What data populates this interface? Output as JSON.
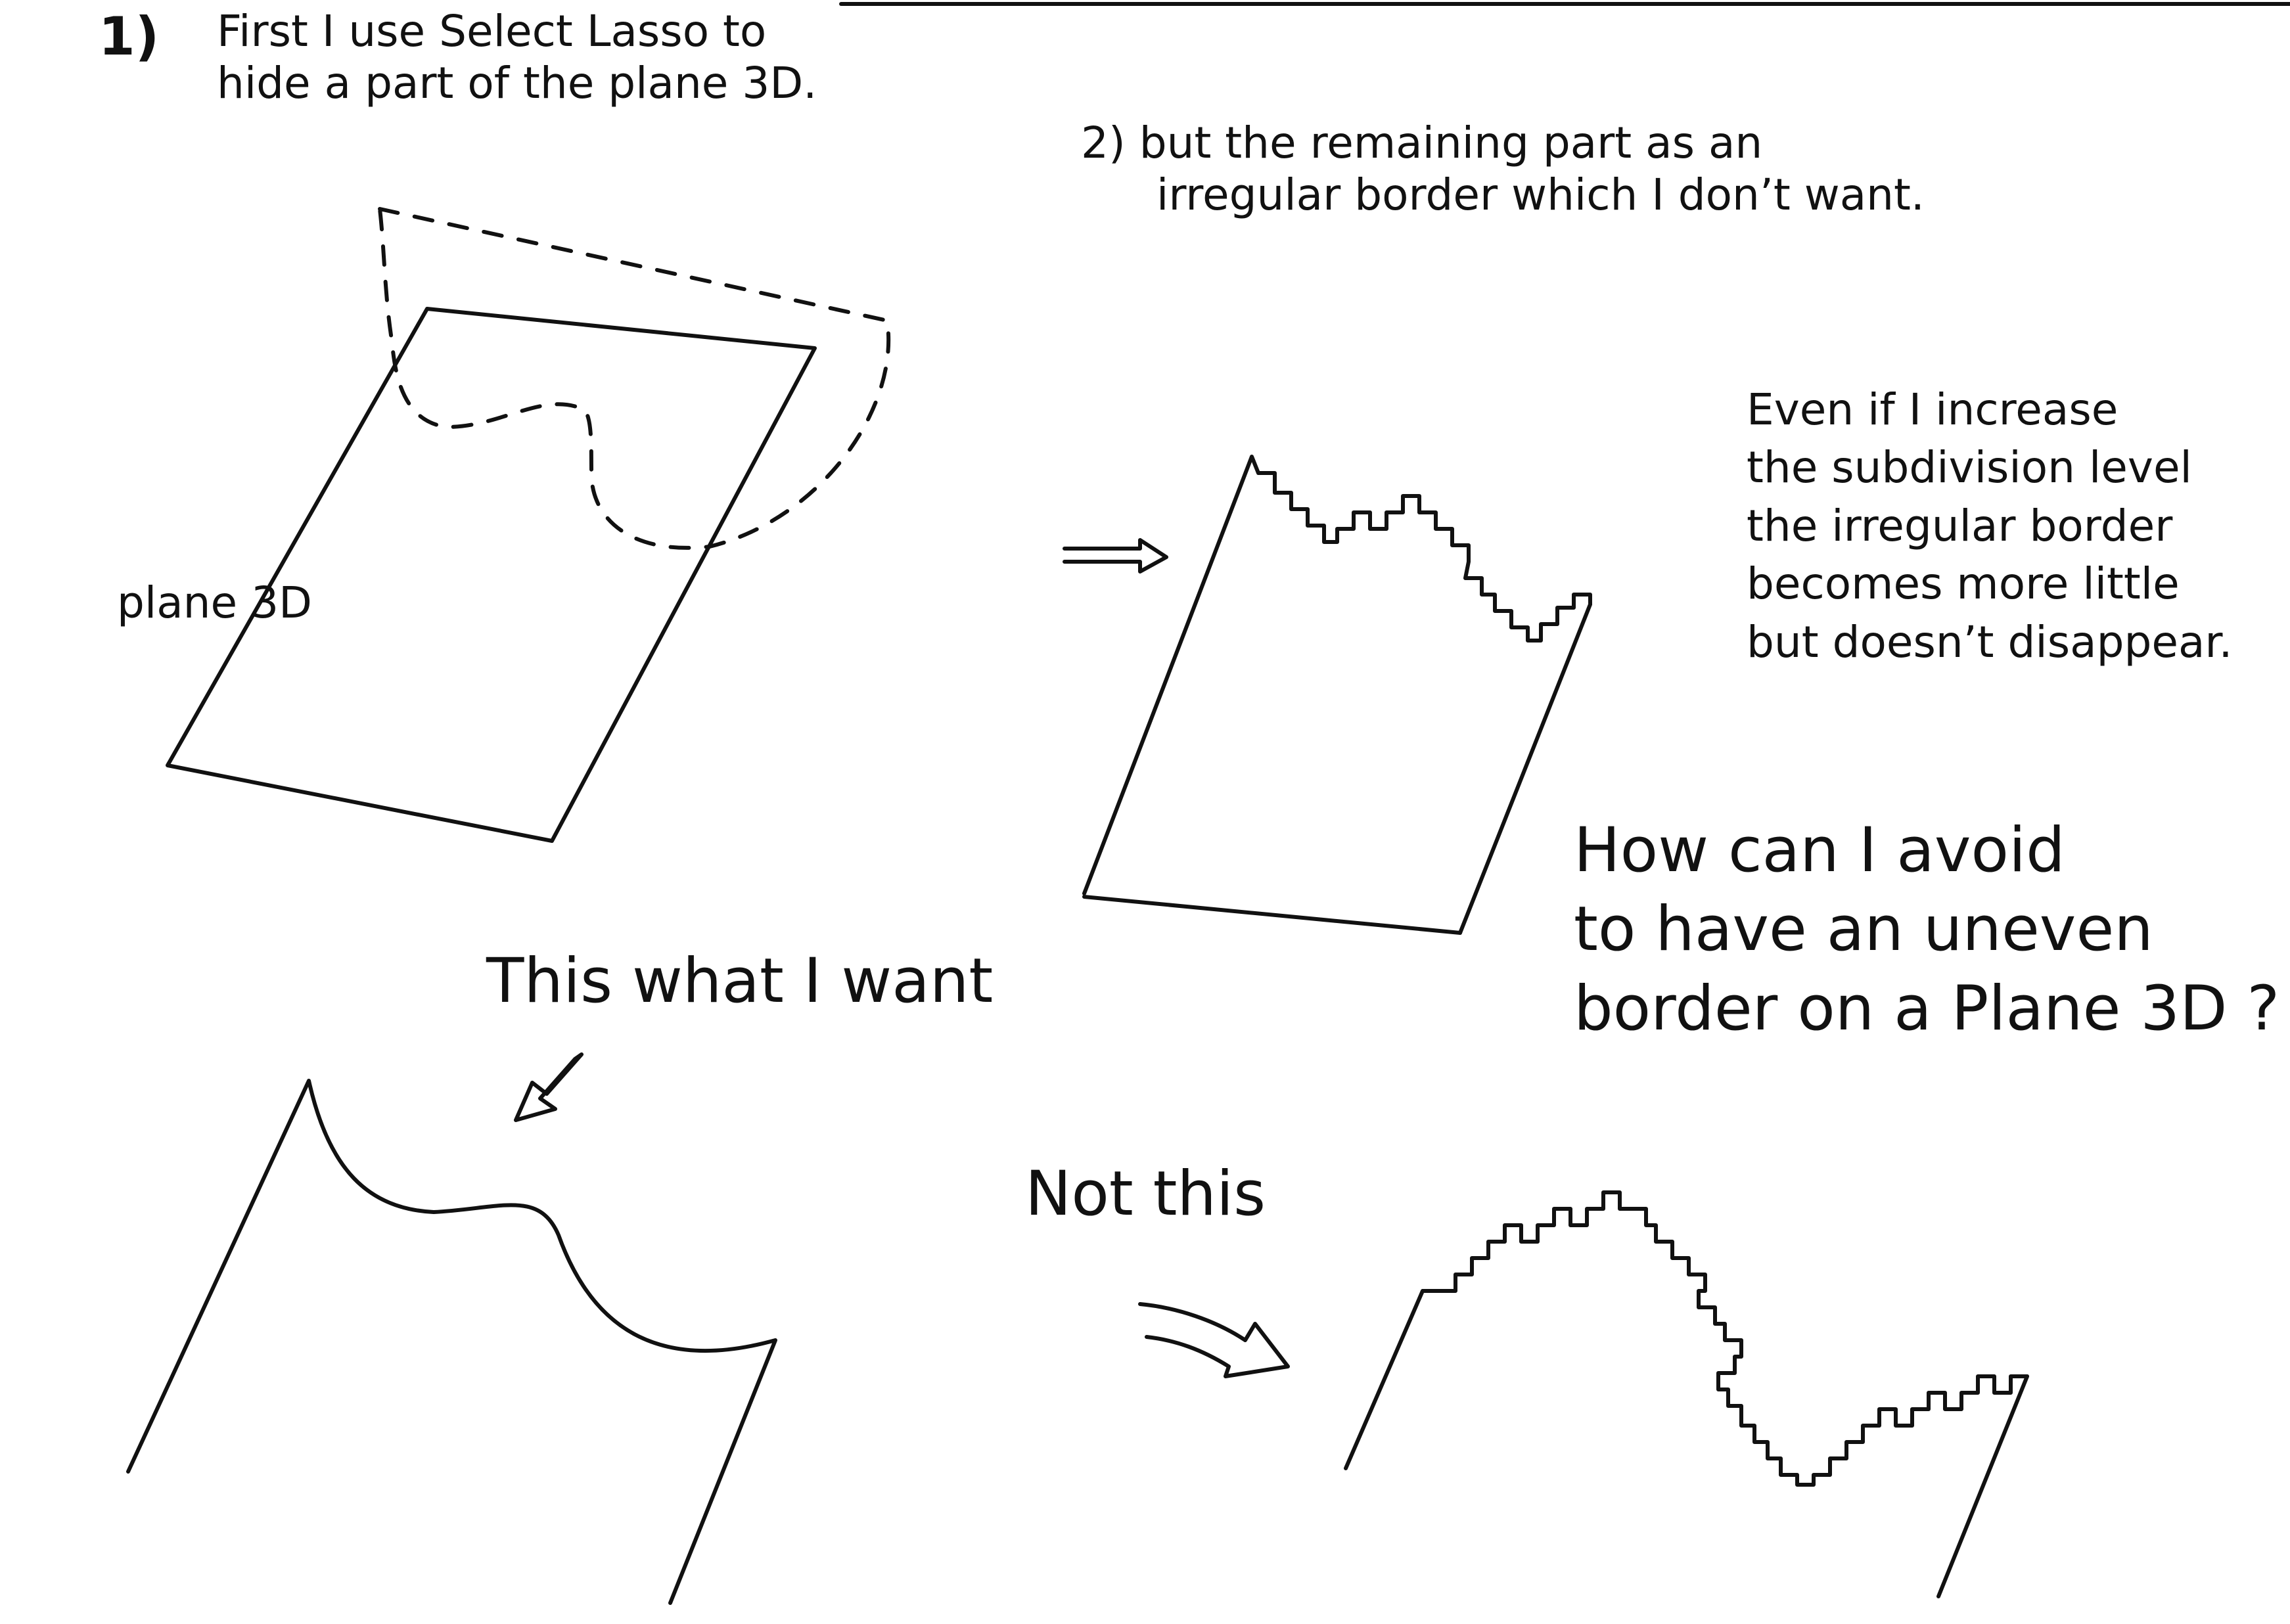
{
  "step1": {
    "number": "1)",
    "lines": [
      "First I use Select Lasso to",
      "hide a part of the plane 3D."
    ]
  },
  "step2": {
    "lines": [
      "2) but the remaining part as an",
      "irregular border which I don’t want."
    ]
  },
  "plane_label": "plane 3D",
  "subdivision_note": {
    "lines": [
      "Even if I increase",
      "the subdivision level",
      "the irregular border",
      "becomes more little",
      "but doesn’t disappear."
    ]
  },
  "question": {
    "lines": [
      "How can I avoid",
      "to have an uneven",
      "border on a Plane 3D ?"
    ]
  },
  "want_caption": "This what I want",
  "not_caption": "Not this",
  "colors": {
    "ink": "#111111",
    "paper": "#ffffff"
  },
  "icons": [
    "arrow-right-icon",
    "arrow-down-left-icon"
  ]
}
